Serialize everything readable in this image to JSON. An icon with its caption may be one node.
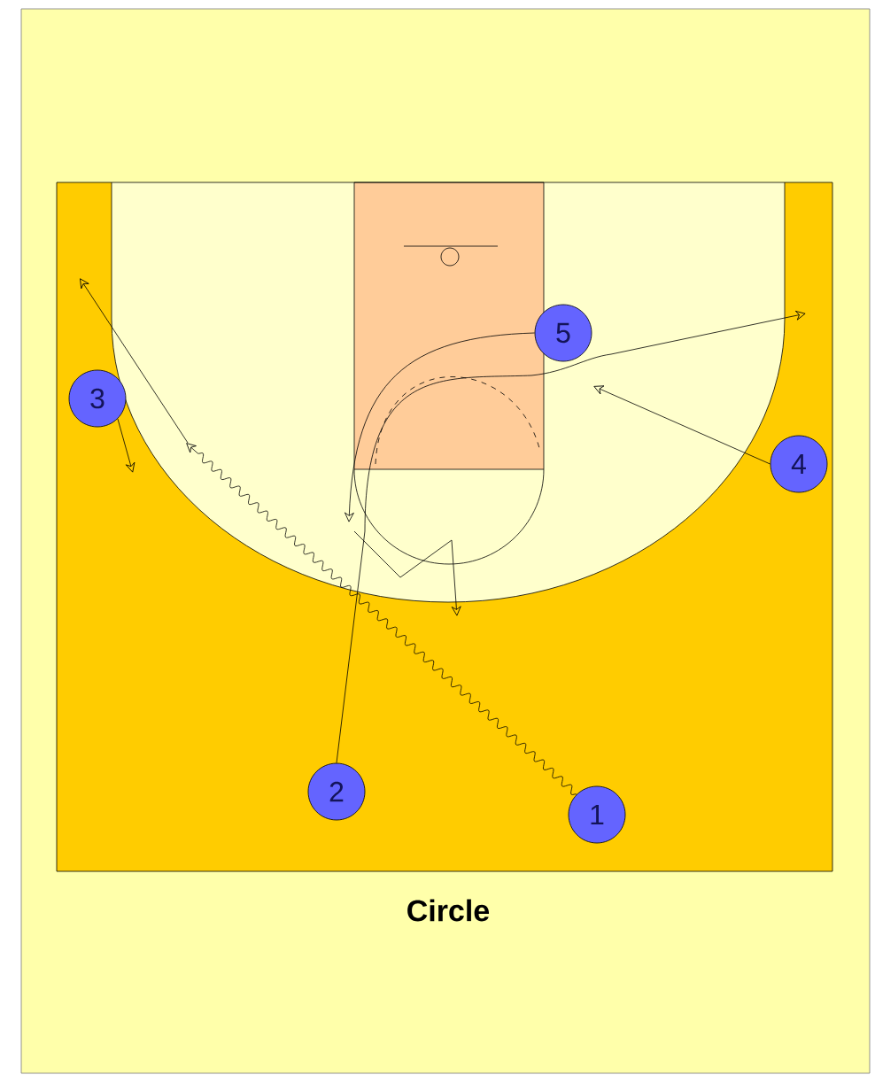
{
  "diagram": {
    "title": "Circle",
    "nodes": [
      {
        "text": [
          "1"
        ]
      },
      {
        "text": [
          "2"
        ]
      },
      {
        "text": [
          "3"
        ]
      },
      {
        "text": [
          "4"
        ]
      },
      {
        "text": [
          "5"
        ]
      }
    ],
    "edges": [
      {
        "from": 0,
        "to": null,
        "arrow": "to"
      },
      {
        "from": 1,
        "to": null,
        "arrow": "to"
      },
      {
        "from": 2,
        "to": null,
        "arrow": "to"
      },
      {
        "from": 3,
        "to": null,
        "arrow": "to"
      },
      {
        "from": 4,
        "to": null,
        "arrow": "to"
      }
    ]
  }
}
